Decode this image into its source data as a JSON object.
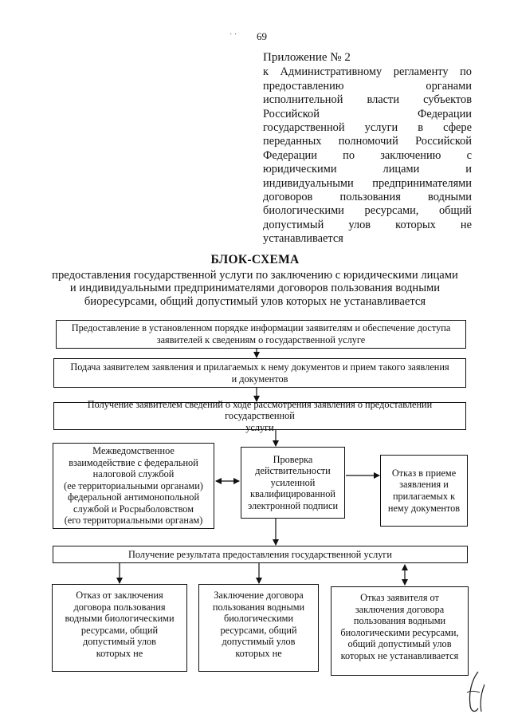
{
  "page_number": "69",
  "annex": {
    "title": "Приложение № 2",
    "lines": [
      "к Административному регламенту по",
      "предоставлению органами",
      "исполнительной власти субъектов",
      "Российской Федерации",
      "государственной услуги в сфере",
      "переданных полномочий Российской",
      "Федерации по заключению с",
      "юридическими лицами и",
      "индивидуальными предпринимателями",
      "договоров пользования водными",
      "биологическими ресурсами, общий",
      "допустимый улов которых не",
      "устанавливается"
    ]
  },
  "heading": "БЛОК-СХЕМА",
  "subtitle_lines": [
    "предоставления государственной услуги по заключению с юридическими лицами",
    "и индивидуальными предпринимателями договоров пользования водными",
    "биоресурсами, общий допустимый улов которых не устанавливается"
  ],
  "boxes": {
    "b1": [
      "Предоставление в установленном порядке информации заявителям и обеспечение доступа",
      "заявителей к сведениям о государственной услуге"
    ],
    "b2": [
      "Подача заявителем заявления и прилагаемых к нему документов и прием такого заявления",
      "и документов"
    ],
    "b3": [
      "Получение заявителем сведений о ходе рассмотрения заявления о предоставлении государственной",
      "услуги"
    ],
    "b4": [
      "Межведомственное",
      "взаимодействие с федеральной",
      "налоговой службой",
      "(ее территориальными органами)",
      "федеральной антимонопольной",
      "службой и Росрыболовством",
      "(его территориальными органам)"
    ],
    "b5": [
      "Проверка",
      "действительности",
      "усиленной",
      "квалифицированной",
      "электронной подписи"
    ],
    "b6": [
      "Отказ в приеме",
      "заявления и",
      "прилагаемых к",
      "нему документов"
    ],
    "b7": [
      "Получение результата предоставления государственной услуги"
    ],
    "b8": [
      "Отказ от заключения",
      "договора пользования",
      "водными биологическими",
      "ресурсами, общий",
      "допустимый улов",
      "которых не"
    ],
    "b9": [
      "Заключение договора",
      "пользования водными",
      "биологическими",
      "ресурсами, общий",
      "допустимый улов",
      "которых не"
    ],
    "b10": [
      "Отказ заявителя от",
      "заключения договора",
      "пользования водными",
      "биологическими ресурсами,",
      "общий допустимый улов",
      "которых не устанавливается"
    ]
  }
}
